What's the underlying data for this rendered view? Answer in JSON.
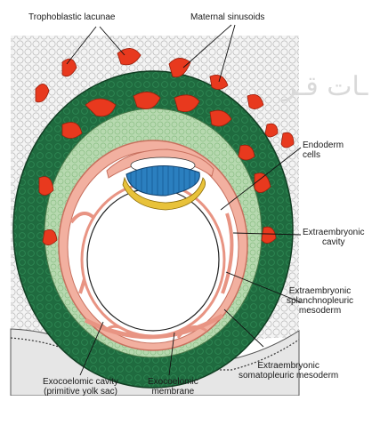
{
  "labels": {
    "trophoblastic_lacunae": "Trophoblastic lacunae",
    "maternal_sinusoids": "Maternal sinusoids",
    "endoderm_cells_line1": "Endoderm",
    "endoderm_cells_line2": "cells",
    "extraembryonic_cavity_line1": "Extraembryonic",
    "extraembryonic_cavity_line2": "cavity",
    "splanchnopleuric_line1": "Extraembryonic",
    "splanchnopleuric_line2": "splanchnopleuric",
    "splanchnopleuric_line3": "mesoderm",
    "somatopleuric_line1": "Extraembryonic",
    "somatopleuric_line2": "somatopleuric mesoderm",
    "exocoelomic_cavity_line1": "Exocoelomic cavity",
    "exocoelomic_cavity_line2": "(primitive yolk sac)",
    "exocoelomic_membrane_line1": "Exocoelomic",
    "exocoelomic_membrane_line2": "membrane"
  },
  "watermark_text": "ـات قـر",
  "colors": {
    "cytotrophoblast": "#1f6b3f",
    "maternal_sinusoid": "#e8391e",
    "mesoderm": "#f2b0a0",
    "epiblast": "#2b7fbf",
    "hypoblast": "#e8c23a",
    "endoderm_layer": "#b7d9b0",
    "decidua": "#eeeeee"
  }
}
